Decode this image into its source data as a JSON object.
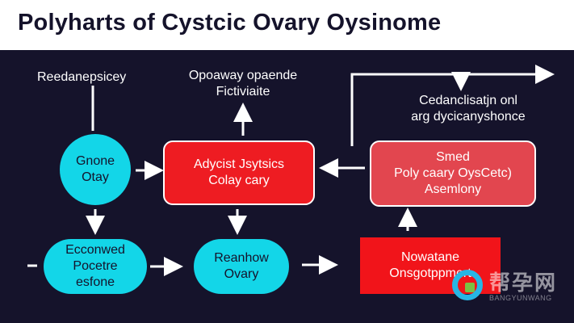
{
  "title": "Polyharts of Cystcic Ovary Oysinome",
  "labels": {
    "top_left": "Reedanepsicey",
    "top_mid_line1": "Opoaway opaende",
    "top_mid_line2": "Fictiviaite",
    "top_right_line1": "Cedanclisatjn onl",
    "top_right_line2": "arg dycicanyshonce"
  },
  "nodes": {
    "circle_top": {
      "line1": "Gnone",
      "line2": "Otay"
    },
    "red_center": {
      "line1": "Adycist Jsytsics",
      "line2": "Colay cary"
    },
    "pink_right": {
      "line1": "Smed",
      "line2": "Poly caary OysCetc)",
      "line3": "Asemlony"
    },
    "pill_left": {
      "line1": "Ecconwed",
      "line2": "Pocetre",
      "line3": "esfone"
    },
    "circle_bottom": {
      "line1": "Reanhow",
      "line2": "Ovary"
    },
    "red_bottom": {
      "line1": "Nowatane",
      "line2": "Onsgotppmert"
    }
  },
  "watermark": {
    "cn": "帮孕网",
    "en": "BANGYUNWANG"
  },
  "colors": {
    "background": "#15132b",
    "cyan": "#13d6e8",
    "red": "#ee1c22",
    "pink": "#e2464f"
  }
}
